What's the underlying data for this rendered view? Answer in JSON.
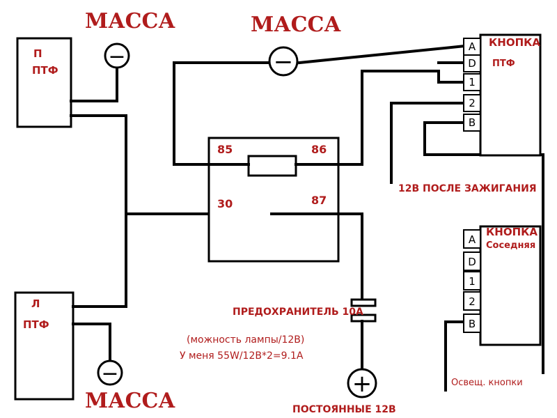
{
  "ground_label": "МАССА",
  "lamps": {
    "right": {
      "side": "П",
      "name": "ПТФ"
    },
    "left": {
      "side": "Л",
      "name": "ПТФ"
    }
  },
  "relay": {
    "pin85": "85",
    "pin86": "86",
    "pin30": "30",
    "pin87": "87"
  },
  "button_main": {
    "title": "КНОПКА",
    "subtitle": "ПТФ",
    "pins": [
      "A",
      "D",
      "1",
      "2",
      "B"
    ]
  },
  "button_neighbor": {
    "title": "КНОПКА",
    "subtitle": "Соседняя",
    "pins": [
      "A",
      "D",
      "1",
      "2",
      "B"
    ]
  },
  "ignition_label": "12В ПОСЛЕ ЗАЖИГАНИЯ",
  "fuse_label": "ПРЕДОХРАНИТЕЛЬ 10А",
  "power_note": "(можность лампы/12В)",
  "power_calc": "У меня 55W/12B*2=9.1A",
  "constant_label": "ПОСТОЯННЫЕ 12В",
  "backlight_label": "Освещ. кнопки",
  "symbols": {
    "minus": "−",
    "plus": "+"
  },
  "colors": {
    "label_red": "#b01c1c",
    "wire": "#000000"
  }
}
